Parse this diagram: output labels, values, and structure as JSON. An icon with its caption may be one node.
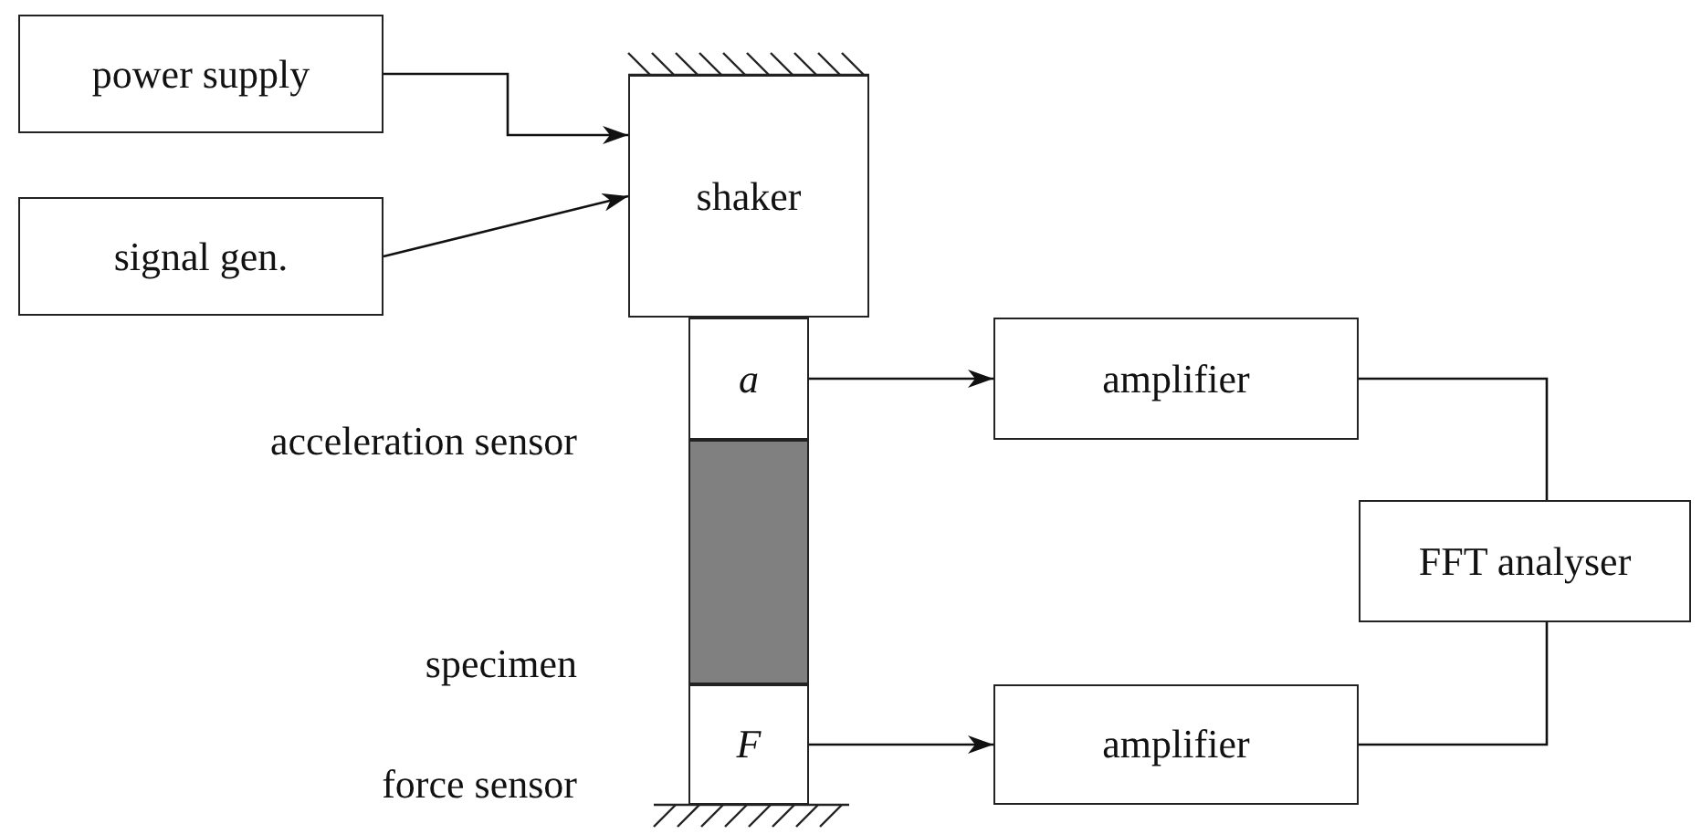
{
  "diagram": {
    "nodes": [
      {
        "text": [
          "power supply"
        ]
      },
      {
        "text": [
          "signal gen."
        ]
      },
      {
        "text": [
          "shaker"
        ]
      },
      {
        "text": [
          "a"
        ],
        "beside": [
          "acceleration sensor"
        ]
      },
      {
        "text": [],
        "shape": "box",
        "beside": [
          "specimen"
        ]
      },
      {
        "text": [
          "F"
        ],
        "beside": [
          "force sensor"
        ]
      },
      {
        "text": [
          "amplifier"
        ]
      },
      {
        "text": [
          "FFT analyser"
        ]
      },
      {
        "text": [
          "amplifier"
        ]
      }
    ],
    "edges": [
      {
        "from": 0,
        "to": 2,
        "arrow": "to"
      },
      {
        "from": 1,
        "to": 2,
        "arrow": "to"
      },
      {
        "from": 3,
        "to": 6,
        "arrow": "to"
      },
      {
        "from": 5,
        "to": 8,
        "arrow": "to"
      },
      {
        "from": 6,
        "to": 7,
        "arrow": "none"
      },
      {
        "from": 8,
        "to": 7,
        "arrow": "none"
      }
    ]
  }
}
